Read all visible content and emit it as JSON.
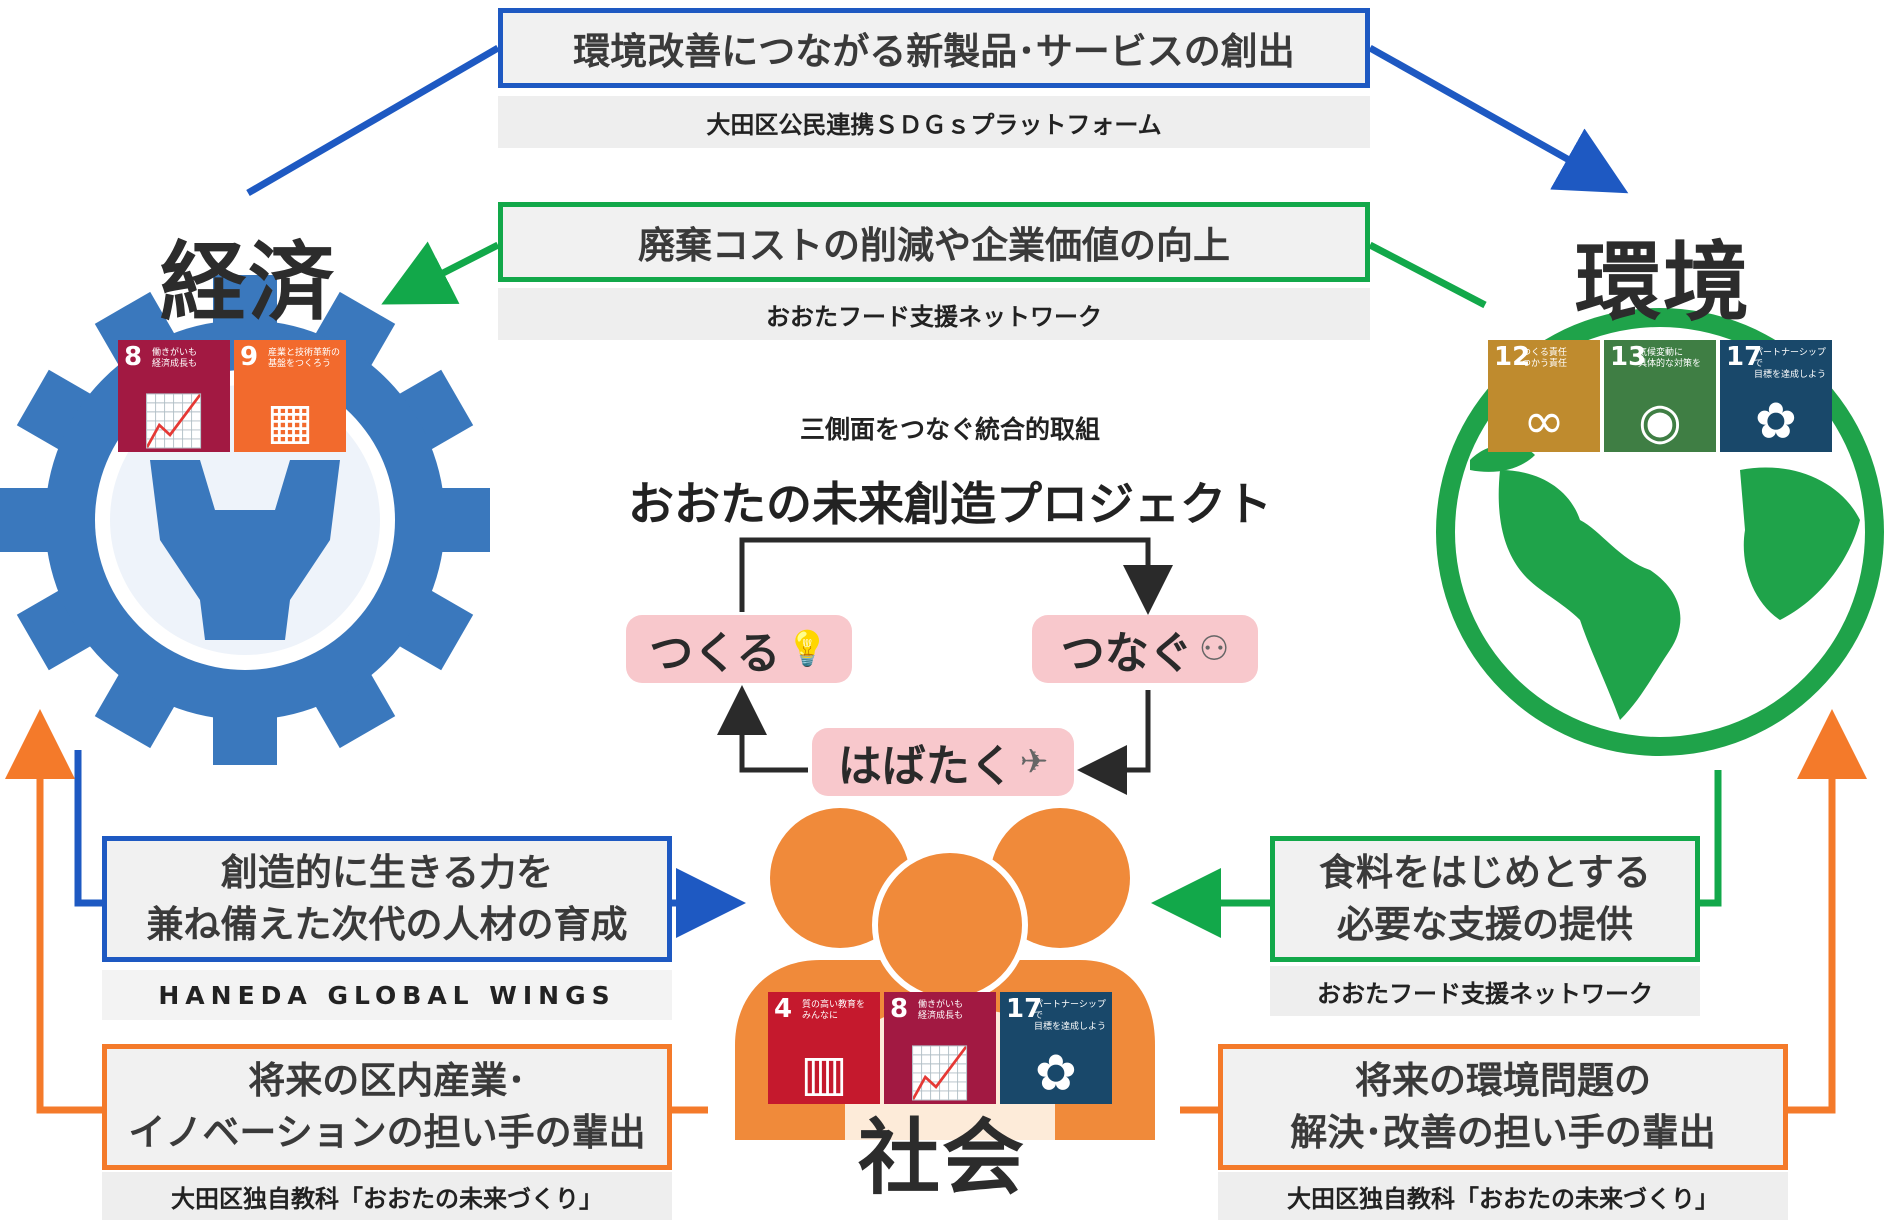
{
  "top": {
    "main": "環境改善につながる新製品･サービスの創出",
    "sub": "大田区公民連携ＳＤＧｓプラットフォーム"
  },
  "mid": {
    "main": "廃棄コストの削減や企業価値の向上",
    "sub": "おおたフード支援ネットワーク"
  },
  "economy": {
    "label": "経済",
    "sdgs": [
      {
        "num": "8",
        "text": "働きがいも\n経済成長も",
        "color": "#a21942",
        "icon": "chart-icon"
      },
      {
        "num": "9",
        "text": "産業と技術革新の\n基盤をつくろう",
        "color": "#f26a2d",
        "icon": "cubes-icon"
      }
    ]
  },
  "environment": {
    "label": "環境",
    "sdgs": [
      {
        "num": "12",
        "text": "つくる責任\nつかう責任",
        "color": "#bf8b2e",
        "icon": "infinity-icon"
      },
      {
        "num": "13",
        "text": "気候変動に\n具体的な対策を",
        "color": "#3f7e44",
        "icon": "eye-globe-icon"
      },
      {
        "num": "17",
        "text": "パートナーシップで\n目標を達成しよう",
        "color": "#19486a",
        "icon": "flower-icon"
      }
    ]
  },
  "society": {
    "label": "社会",
    "sdgs": [
      {
        "num": "4",
        "text": "質の高い教育を\nみんなに",
        "color": "#c5192d",
        "icon": "book-icon"
      },
      {
        "num": "8",
        "text": "働きがいも\n経済成長も",
        "color": "#a21942",
        "icon": "chart-icon"
      },
      {
        "num": "17",
        "text": "パートナーシップで\n目標を達成しよう",
        "color": "#19486a",
        "icon": "flower-icon"
      }
    ]
  },
  "center": {
    "subtitle": "三側面をつなぐ統合的取組",
    "title": "おおたの未来創造プロジェクト",
    "pills": [
      {
        "label": "つくる",
        "icon": "person-bulb-icon"
      },
      {
        "label": "つなぐ",
        "icon": "network-people-icon"
      },
      {
        "label": "はばたく",
        "icon": "airplane-icon"
      }
    ]
  },
  "left_blue": {
    "lines": [
      "創造的に生きる力を",
      "兼ね備えた次代の人材の育成"
    ],
    "sub": "HANEDA GLOBAL WINGS"
  },
  "right_green": {
    "lines": [
      "食料をはじめとする",
      "必要な支援の提供"
    ],
    "sub": "おおたフード支援ネットワーク"
  },
  "left_orange": {
    "lines": [
      "将来の区内産業･",
      "イノベーションの担い手の輩出"
    ],
    "sub": "大田区独自教科「おおたの未来づくり」"
  },
  "right_orange": {
    "lines": [
      "将来の環境問題の",
      "解決･改善の担い手の輩出"
    ],
    "sub": "大田区独自教科「おおたの未来づくり」"
  },
  "colors": {
    "blue": "#1e59c2",
    "green": "#12a84a",
    "orange": "#f47a2a",
    "gear": "#3a78bd",
    "earth": "#1fa34a",
    "people": "#f08a3a",
    "pill": "#f8c8cc"
  }
}
